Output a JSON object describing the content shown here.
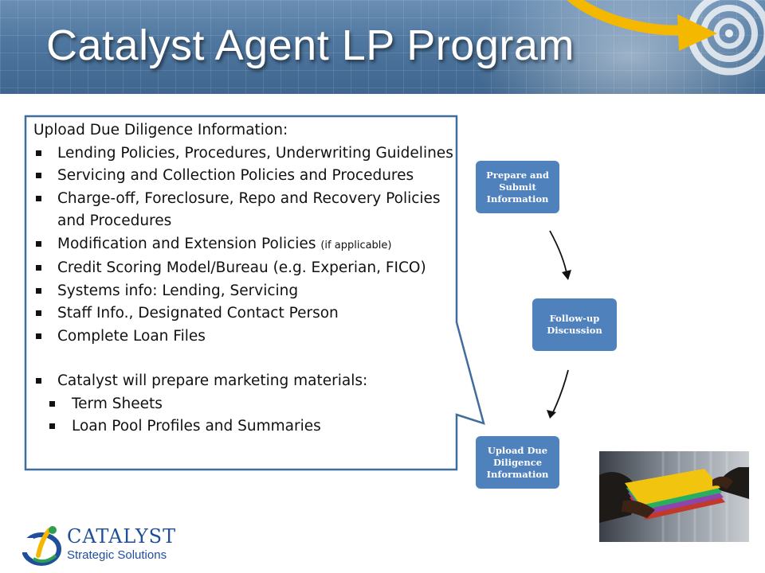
{
  "slide": {
    "title": "Catalyst Agent LP Program"
  },
  "callout": {
    "heading": "Upload Due Diligence Information:",
    "items": [
      "Lending Policies, Procedures, Underwriting Guidelines",
      "Servicing and Collection Policies and Procedures",
      "Charge-off, Foreclosure, Repo and Recovery Policies and Procedures",
      "Modification and Extension Policies",
      "Credit Scoring Model/Bureau (e.g. Experian, FICO)",
      "Systems info: Lending, Servicing",
      "Staff Info., Designated Contact Person",
      "Complete Loan Files"
    ],
    "modification_note": "(if applicable)",
    "marketing_heading": "Catalyst will prepare marketing materials:",
    "marketing_items": [
      "Term Sheets",
      "Loan Pool Profiles and Summaries"
    ]
  },
  "flow": {
    "steps": [
      "Prepare and Submit Information",
      "Follow-up Discussion",
      "Upload Due Diligence Information"
    ]
  },
  "logo": {
    "name": "Catalyst",
    "tagline": "Strategic Solutions"
  },
  "colors": {
    "header": "#4e769e",
    "flow_box": "#4f81bd",
    "callout_border": "#3f6d9e",
    "logo": "#1f4e9a",
    "arrow": "#f5b800"
  }
}
